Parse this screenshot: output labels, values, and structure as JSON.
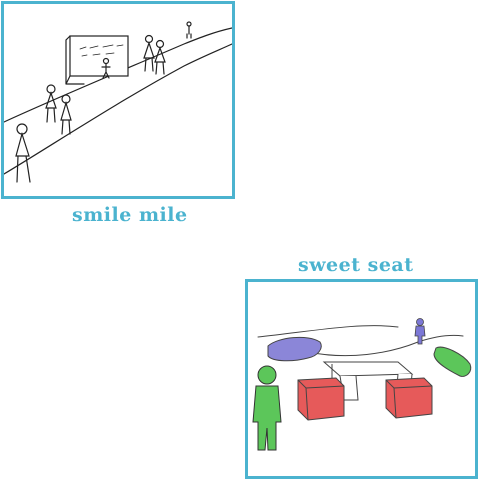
{
  "panels": [
    {
      "caption": "smile mile",
      "scene": "pencil sketch of a curving path past a large board with standing figures"
    },
    {
      "caption": "sweet seat",
      "scene": "pencil sketch of seating with a table, cubes and cushions and standing figures"
    }
  ],
  "colors": {
    "frame": "#4bb3cf",
    "caption": "#4bb3cf",
    "figure_green": "#5cc65a",
    "cube_red": "#e65a5a",
    "cushion_blue": "#8b86d8",
    "cushion_green": "#5cc65a",
    "figure_blue": "#7c78d6"
  }
}
